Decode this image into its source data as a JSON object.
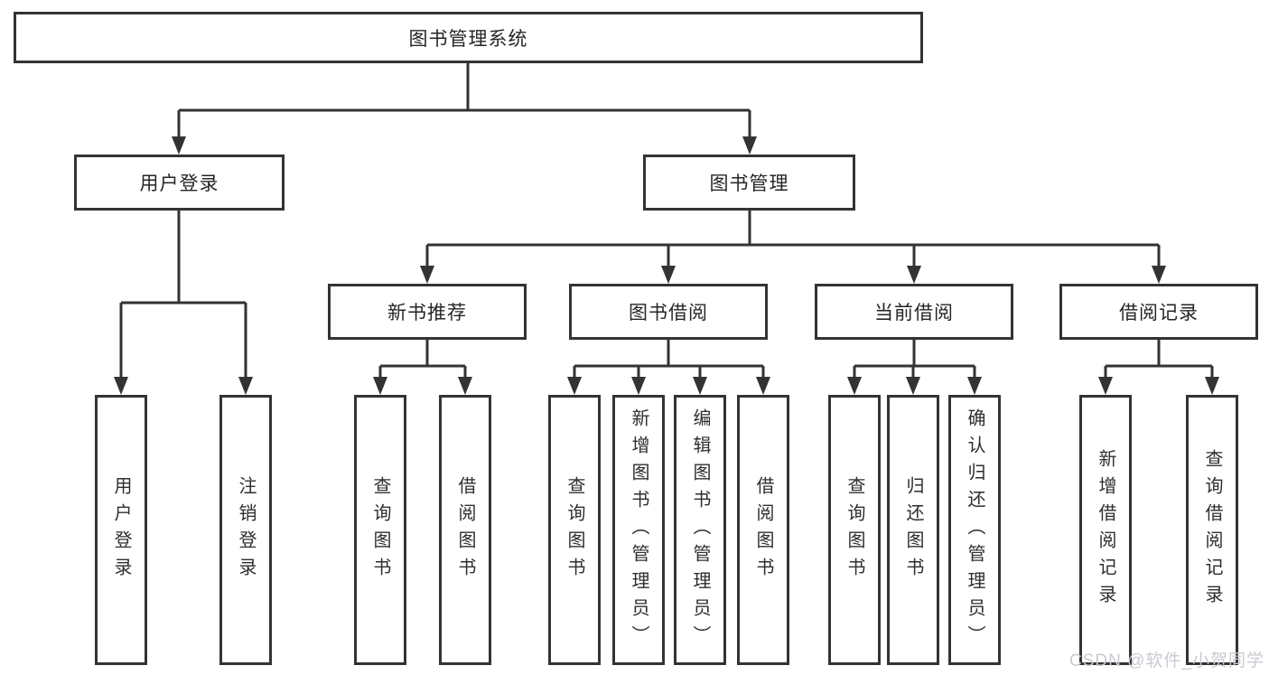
{
  "diagram": {
    "root": {
      "label": "图书管理系统"
    },
    "level2": [
      {
        "label": "用户登录"
      },
      {
        "label": "图书管理"
      }
    ],
    "level3": [
      {
        "label": "新书推荐"
      },
      {
        "label": "图书借阅"
      },
      {
        "label": "当前借阅"
      },
      {
        "label": "借阅记录"
      }
    ],
    "leaves": {
      "user_login": [
        {
          "label": "用户登录"
        },
        {
          "label": "注销登录"
        }
      ],
      "new_book_recommend": [
        {
          "label": "查询图书"
        },
        {
          "label": "借阅图书"
        }
      ],
      "book_borrow": [
        {
          "label": "查询图书"
        },
        {
          "label": "新增图书（管理员）"
        },
        {
          "label": "编辑图书（管理员）"
        },
        {
          "label": "借阅图书"
        }
      ],
      "current_borrow": [
        {
          "label": "查询图书"
        },
        {
          "label": "归还图书"
        },
        {
          "label": "确认归还（管理员）"
        }
      ],
      "borrow_record": [
        {
          "label": "新增借阅记录"
        },
        {
          "label": "查询借阅记录"
        }
      ]
    },
    "watermark": "CSDN @软件_小贺同学",
    "colors": {
      "box_border": "#333333",
      "connector": "#333333",
      "text": "#262626",
      "watermark": "#c9cbd2",
      "background": "#ffffff"
    }
  }
}
